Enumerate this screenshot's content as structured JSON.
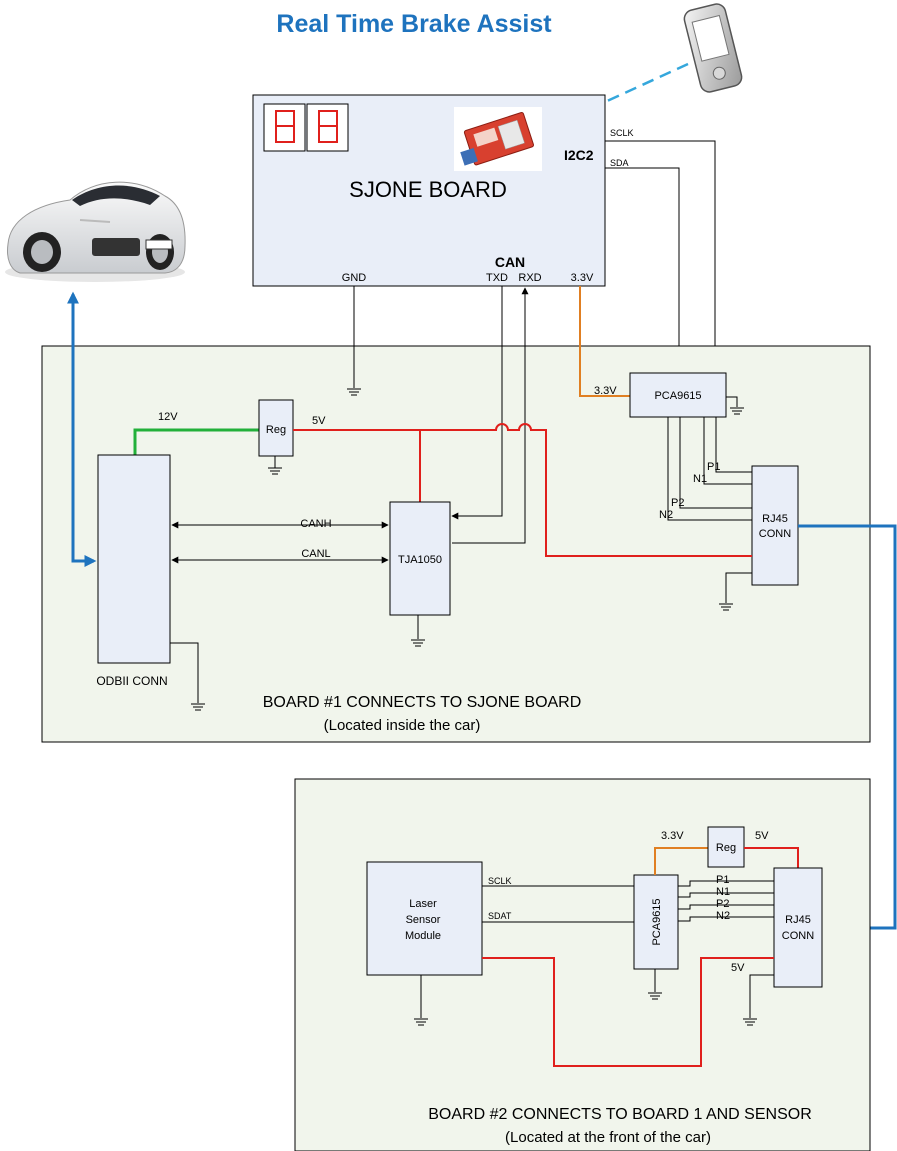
{
  "title": "Real Time Brake Assist",
  "sjone": {
    "name": "SJONE BOARD",
    "i2c": "I2C2",
    "sclk": "SCLK",
    "sda": "SDA",
    "can": "CAN",
    "gnd": "GND",
    "txd": "TXD",
    "rxd": "RXD",
    "v33": "3.3V"
  },
  "board1": {
    "caption": "BOARD #1 CONNECTS TO SJONE BOARD",
    "location": "(Located inside the car)",
    "v12": "12V",
    "reg": "Reg",
    "v5": "5V",
    "tja": "TJA1050",
    "canh": "CANH",
    "canl": "CANL",
    "odbii": "ODBII CONN",
    "v33": "3.3V",
    "pca": "PCA9615",
    "p1": "P1",
    "n1": "N1",
    "p2": "P2",
    "n2": "N2",
    "rj45_line1": "RJ45",
    "rj45_line2": "CONN"
  },
  "board2": {
    "caption": "BOARD #2 CONNECTS TO BOARD 1 AND SENSOR",
    "location": "(Located at the front of the car)",
    "laser_line1": "Laser",
    "laser_line2": "Sensor",
    "laser_line3": "Module",
    "sclk": "SCLK",
    "sdat": "SDAT",
    "v33": "3.3V",
    "reg": "Reg",
    "v5_top": "5V",
    "v5_bottom": "5V",
    "pca": "PCA9615",
    "p1": "P1",
    "n1": "N1",
    "p2": "P2",
    "n2": "N2",
    "rj45_line1": "RJ45",
    "rj45_line2": "CONN"
  },
  "icons": [
    "car-image",
    "smartphone-icon",
    "bluetooth-module-image",
    "seven-segment-display",
    "ground-symbol"
  ],
  "colors": {
    "title": "#1e73be",
    "power_5v": "#e0201c",
    "power_12v": "#22b03a",
    "power_3v3": "#e07f22",
    "link": "#1e73be",
    "wireless": "#35a7dc",
    "board_bg": "#f1f5ec",
    "chip_bg": "#e9eef8"
  }
}
